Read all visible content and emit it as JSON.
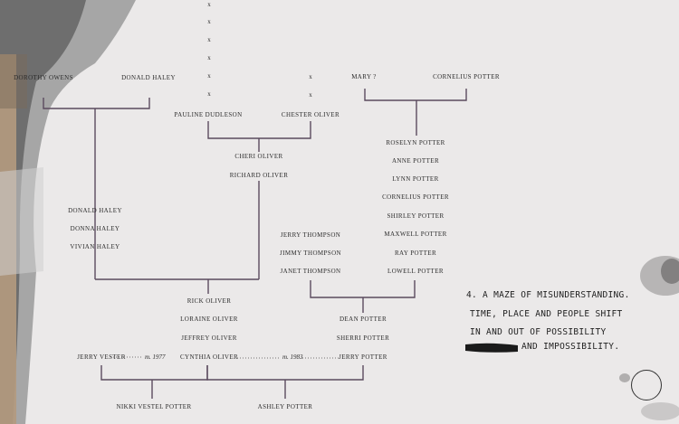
{
  "x_marks": [
    "x",
    "x",
    "x",
    "x",
    "x",
    "x",
    "x",
    "x"
  ],
  "names": {
    "dorothy_owens": "DOROTHY OWENS",
    "donald_haley_sr": "DONALD HALEY",
    "mary": "MARY ?",
    "cornelius_potter_sr": "CORNELIUS POTTER",
    "pauline_dudleson": "PAULINE DUDLESON",
    "chester_oliver": "CHESTER OLIVER",
    "roselyn_potter": "ROSELYN POTTER",
    "anne_potter": "ANNE POTTER",
    "lynn_potter": "LYNN POTTER",
    "cornelius_potter_jr": "CORNELIUS POTTER",
    "shirley_potter": "SHIRLEY POTTER",
    "maxwell_potter": "MAXWELL POTTER",
    "ray_potter": "RAY POTTER",
    "lowell_potter": "LOWELL POTTER",
    "cheri_oliver": "CHERI OLIVER",
    "richard_oliver": "RICHARD OLIVER",
    "donald_haley_jr": "DONALD HALEY",
    "donna_haley": "DONNA HALEY",
    "vivian_haley": "VIVIAN HALEY",
    "jerry_thompson": "JERRY THOMPSON",
    "jimmy_thompson": "JIMMY THOMPSON",
    "janet_thompson": "JANET THOMPSON",
    "rick_oliver": "RICK OLIVER",
    "loraine_oliver": "LORAINE OLIVER",
    "jeffrey_oliver": "JEFFREY OLIVER",
    "dean_potter": "DEAN POTTER",
    "sherri_potter": "SHERRI POTTER",
    "jerry_vester": "JERRY VESTER",
    "cynthia_oliver": "CYNTHIA OLIVER",
    "jerry_potter": "JERRY POTTER",
    "nikki_vestel_potter": "NIKKI VESTEL POTTER",
    "ashley_potter": "ASHLEY POTTER"
  },
  "marriages": {
    "m1977": "m. 1977",
    "m1983": "m. 1983"
  },
  "note": {
    "line1": "4. A MAZE OF MISUNDERSTANDING.",
    "line2": "TIME, PLACE AND PEOPLE SHIFT",
    "line3": "IN AND OUT OF POSSIBILITY",
    "line4": "AND IMPOSSIBILITY."
  },
  "colors": {
    "paper": "#ebe9e9",
    "ink": "#2b2b2b",
    "tree_lines": "#5b4a5e",
    "tape": "#b49a7e"
  }
}
